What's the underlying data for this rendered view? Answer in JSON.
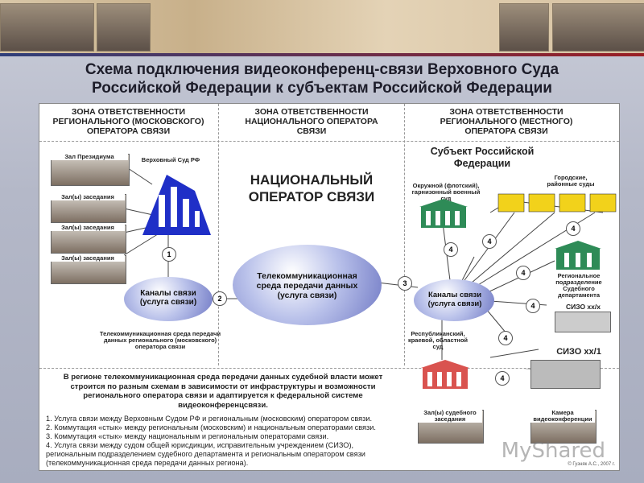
{
  "title": {
    "line1": "Схема подключения видеоконференц-связи Верховного Суда",
    "line2": "Российской Федерации к субъектам Российской Федерации"
  },
  "zones": {
    "left": "ЗОНА ОТВЕТСТВЕННОСТИ РЕГИОНАЛЬНОГО (МОСКОВСКОГО) ОПЕРАТОРА СВЯЗИ",
    "center": "ЗОНА ОТВЕТСТВЕННОСТИ НАЦИОНАЛЬНОГО ОПЕРАТОРА СВЯЗИ",
    "right": "ЗОНА ОТВЕТСТВЕННОСТИ РЕГИОНАЛЬНОГО (МЕСТНОГО) ОПЕРАТОРА СВЯЗИ"
  },
  "left": {
    "presidium": "Зал Президиума",
    "supreme_court": "Верховный Суд РФ",
    "hall1": "Зал(ы) заседания",
    "hall2": "Зал(ы) заседания",
    "hall3": "Зал(ы) заседания",
    "channels": "Каналы связи (услуга связи)",
    "telecom": "Телекоммуникационная среда передачи данных регионального (московского) оператора связи"
  },
  "center": {
    "operator": "НАЦИОНАЛЬНЫЙ ОПЕРАТОР СВЯЗИ",
    "cloud": "Телекоммуникационная среда передачи данных (услуга связи)"
  },
  "right": {
    "subject": "Субъект Российской Федерации",
    "district_court": "Окружной (флотский), гарнизонный военный суд",
    "city_courts": "Городские, районные суды",
    "regional_dept": "Региональное подразделение Судебного департамента",
    "sizo_small": "СИЗО хх/х",
    "channels": "Каналы связи (услуга связи)",
    "republic_court": "Республиканский, краевой, областной суд",
    "sizo": "СИЗО хх/1",
    "court_hall": "Зал(ы) судебного заседания",
    "video_cell": "Камера видеоконференции"
  },
  "numbers": [
    "1",
    "2",
    "3",
    "4"
  ],
  "notes": {
    "intro": "В регионе телекоммуникационная среда передачи данных судебной власти может строится по разным схемам в зависимости от инфраструктуры и возможности регионального оператора связи и адаптируется к федеральной системе видеоконференцсвязи.",
    "items": [
      "1. Услуга связи между Верховным Судом РФ и региональным (московским) оператором связи.",
      "2. Коммутация «стык» между региональным (московским) и национальным операторами связи.",
      "3. Коммутация «стык» между национальным и региональным операторами связи.",
      "4. Услуга связи между судом общей юрисдикции, исправительным учреждением (СИЗО), региональным подразделением судебного департамента и региональным оператором связи (телекоммуникационная среда передачи данных региона)."
    ]
  },
  "watermark": "MyShared",
  "copyright": "© Гузняк А.С., 2007 г.",
  "colors": {
    "stripe_blue": "#2f3f7a",
    "stripe_red": "#9a1f24",
    "court_blue": "#1f2fc7",
    "building_green": "#2e8b57",
    "building_yellow": "#f2d21b"
  }
}
